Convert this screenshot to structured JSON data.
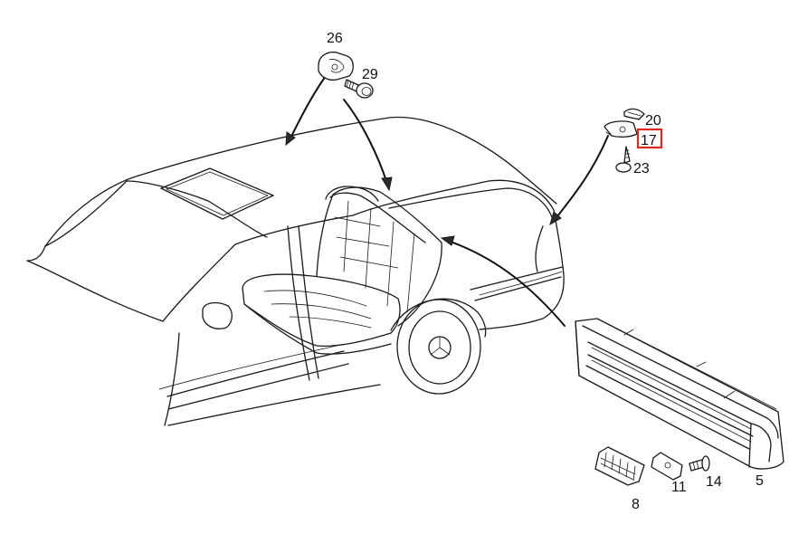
{
  "labels": {
    "p26": "26",
    "p29": "29",
    "p20": "20",
    "p17": "17",
    "p23": "23",
    "p5": "5",
    "p8": "8",
    "p11": "11",
    "p14": "14"
  },
  "highlight": {
    "part": "17",
    "color": "#e02a1e"
  }
}
